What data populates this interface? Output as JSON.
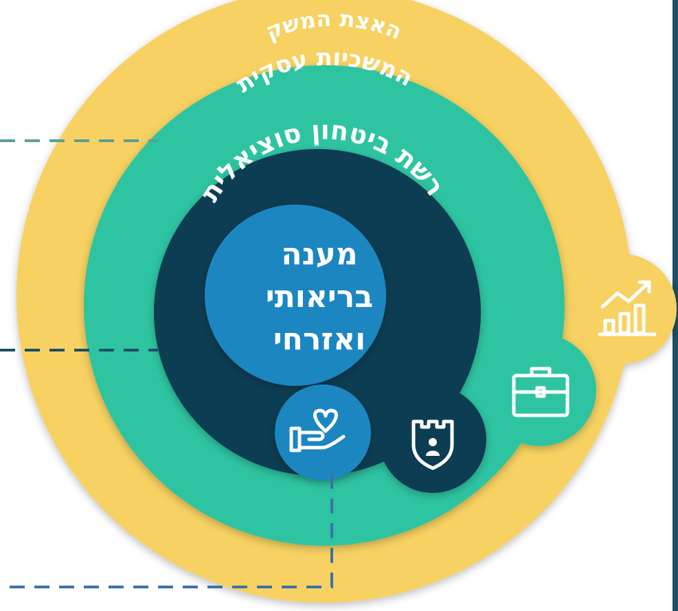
{
  "rings": {
    "outer": {
      "label": "האצת המשק",
      "color": "#F7D262"
    },
    "second": {
      "label": "המשכיות עסקית",
      "color": "#2EC4A1"
    },
    "third": {
      "label": "רשת ביטחון סוציאלית",
      "color": "#0E3E52"
    },
    "core": {
      "label_lines": [
        "מענה",
        "בריאותי",
        "ואזרחי"
      ],
      "color": "#1B86C1"
    }
  },
  "icons": {
    "outer": "chart-growth-icon",
    "second": "briefcase-icon",
    "third": "shield-person-icon",
    "core": "hand-heart-icon"
  },
  "connectors": {
    "top_color": "#5B9E94",
    "middle_color": "#1D4F66",
    "bottom_color": "#3A72A8",
    "top_marker_color": "#F2B81C",
    "right_bar_color": "#1D4F66"
  }
}
